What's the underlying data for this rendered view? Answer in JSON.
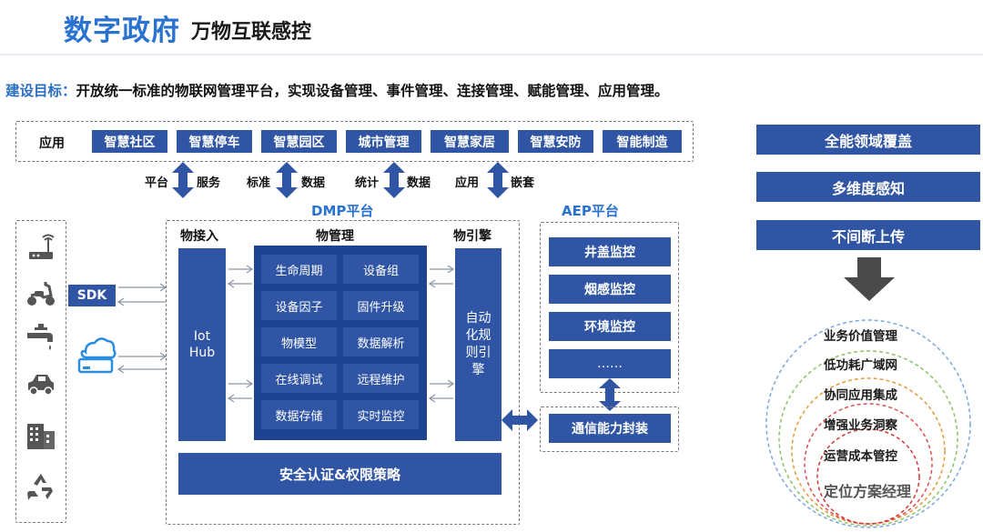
{
  "header": {
    "title_main": "数字政府",
    "title_sub": "万物互联感控",
    "goal_label": "建设目标：",
    "goal_text": "开放统一标准的物联网管理平台，实现设备管理、事件管理、连接管理、赋能管理、应用管理。"
  },
  "apps": {
    "label": "应用",
    "items": [
      "智慧社区",
      "智慧停车",
      "智慧园区",
      "城市管理",
      "智慧家居",
      "智慧安防",
      "智能制造"
    ]
  },
  "flows": [
    {
      "left": "平台",
      "right": "服务"
    },
    {
      "left": "标准",
      "right": "数据"
    },
    {
      "left": "统计",
      "right": "数据"
    },
    {
      "left": "应用",
      "right": "嵌套"
    }
  ],
  "dmp": {
    "title": "DMP平台",
    "access_label": "物接入",
    "access_box": "Iot Hub",
    "manage_label": "物管理",
    "manage_cells": [
      "生命周期",
      "设备组",
      "设备因子",
      "固件升级",
      "物模型",
      "数据解析",
      "在线调试",
      "远程维护",
      "数据存储",
      "实时监控"
    ],
    "engine_label": "物引擎",
    "engine_box": "自动化规则引擎",
    "security": "安全认证&权限策略"
  },
  "sdk_label": "SDK",
  "aep": {
    "title": "AEP平台",
    "items": [
      "井盖监控",
      "烟感监控",
      "环境监控",
      "……"
    ],
    "bottom": "通信能力封装"
  },
  "right_panel": {
    "buttons": [
      "全能领域覆盖",
      "多维度感知",
      "不间断上传"
    ],
    "circle_items": [
      "业务价值管理",
      "低功耗广域网",
      "协同应用集成",
      "增强业务洞察",
      "运营成本管控",
      "定位方案经理"
    ]
  },
  "icons": [
    "router-icon",
    "scooter-icon",
    "faucet-icon",
    "car-icon",
    "building-icon",
    "recycle-icon",
    "cloud-device-icon"
  ],
  "colors": {
    "accent_blue": "#2a72cf",
    "box_blue": "#2f55a4",
    "dark_blue": "#1e4390"
  }
}
